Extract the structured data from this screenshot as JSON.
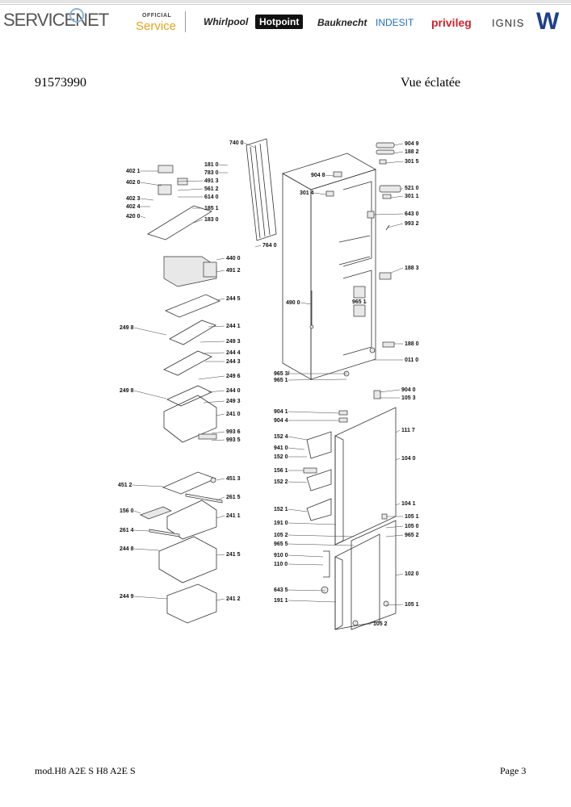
{
  "header": {
    "brands": {
      "servicenet": "SERVICENET",
      "official_small": "OFFICIAL",
      "official_service": "Service",
      "whirlpool": "Whirlpool",
      "hotpoint": "Hotpoint",
      "bauknecht": "Bauknecht",
      "indesit": "INDESIT",
      "privileg": "privileg",
      "ignis": "IGNIS",
      "w_logo": "W"
    }
  },
  "document": {
    "reference": "91573990",
    "view_title": "Vue éclatée",
    "footer_model": "mod.H8 A2E S H8 A2E S",
    "footer_page": "Page 3"
  },
  "labels": [
    "740 0",
    "181 0",
    "783 0",
    "402 1",
    "491 3",
    "402 0",
    "561 2",
    "614 0",
    "402 3",
    "402 4",
    "185 1",
    "420 0",
    "183 0",
    "764 0",
    "440 0",
    "491 2",
    "244 5",
    "249 8",
    "244 1",
    "249 3",
    "244 4",
    "244 3",
    "249 6",
    "249 8",
    "244 0",
    "249 3",
    "241 0",
    "993 6",
    "993 5",
    "451 3",
    "451 2",
    "261 5",
    "156 0",
    "241 1",
    "261 4",
    "244 8",
    "241 5",
    "244 9",
    "241 2",
    "904 9",
    "188 2",
    "301 5",
    "904 8",
    "521 0",
    "301 4",
    "301 1",
    "643 0",
    "993 2",
    "188 3",
    "490 0",
    "965 1",
    "188 0",
    "011 0",
    "965 3/",
    "965 1",
    "904 0",
    "105 3",
    "904 1",
    "904 4",
    "111 7",
    "152 4",
    "941 0",
    "152 0",
    "104 0",
    "156 1",
    "152 2",
    "104 1",
    "152 1",
    "105 1",
    "191 0",
    "105 0",
    "105 2",
    "965 2",
    "965 5",
    "910 0",
    "110 0",
    "102 0",
    "643 5",
    "191 1",
    "105 1",
    "105 2"
  ]
}
